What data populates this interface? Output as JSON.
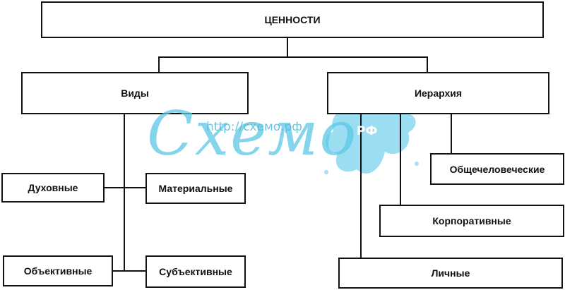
{
  "diagram": {
    "root": "ЦЕННОСТИ",
    "types": {
      "label": "Виды",
      "children": [
        "Духовные",
        "Материальные",
        "Объективные",
        "Субъективные"
      ]
    },
    "hierarchy": {
      "label": "Иерархия",
      "children": [
        "Общечеловеческие",
        "Корпоративные",
        "Личные"
      ]
    }
  },
  "watermark": {
    "url": "http://схемо.рф",
    "logo_word": "Схемо",
    "logo_badge": "РФ",
    "colors": {
      "text": "#5bc8e6",
      "splash": "#79d3ec"
    }
  }
}
